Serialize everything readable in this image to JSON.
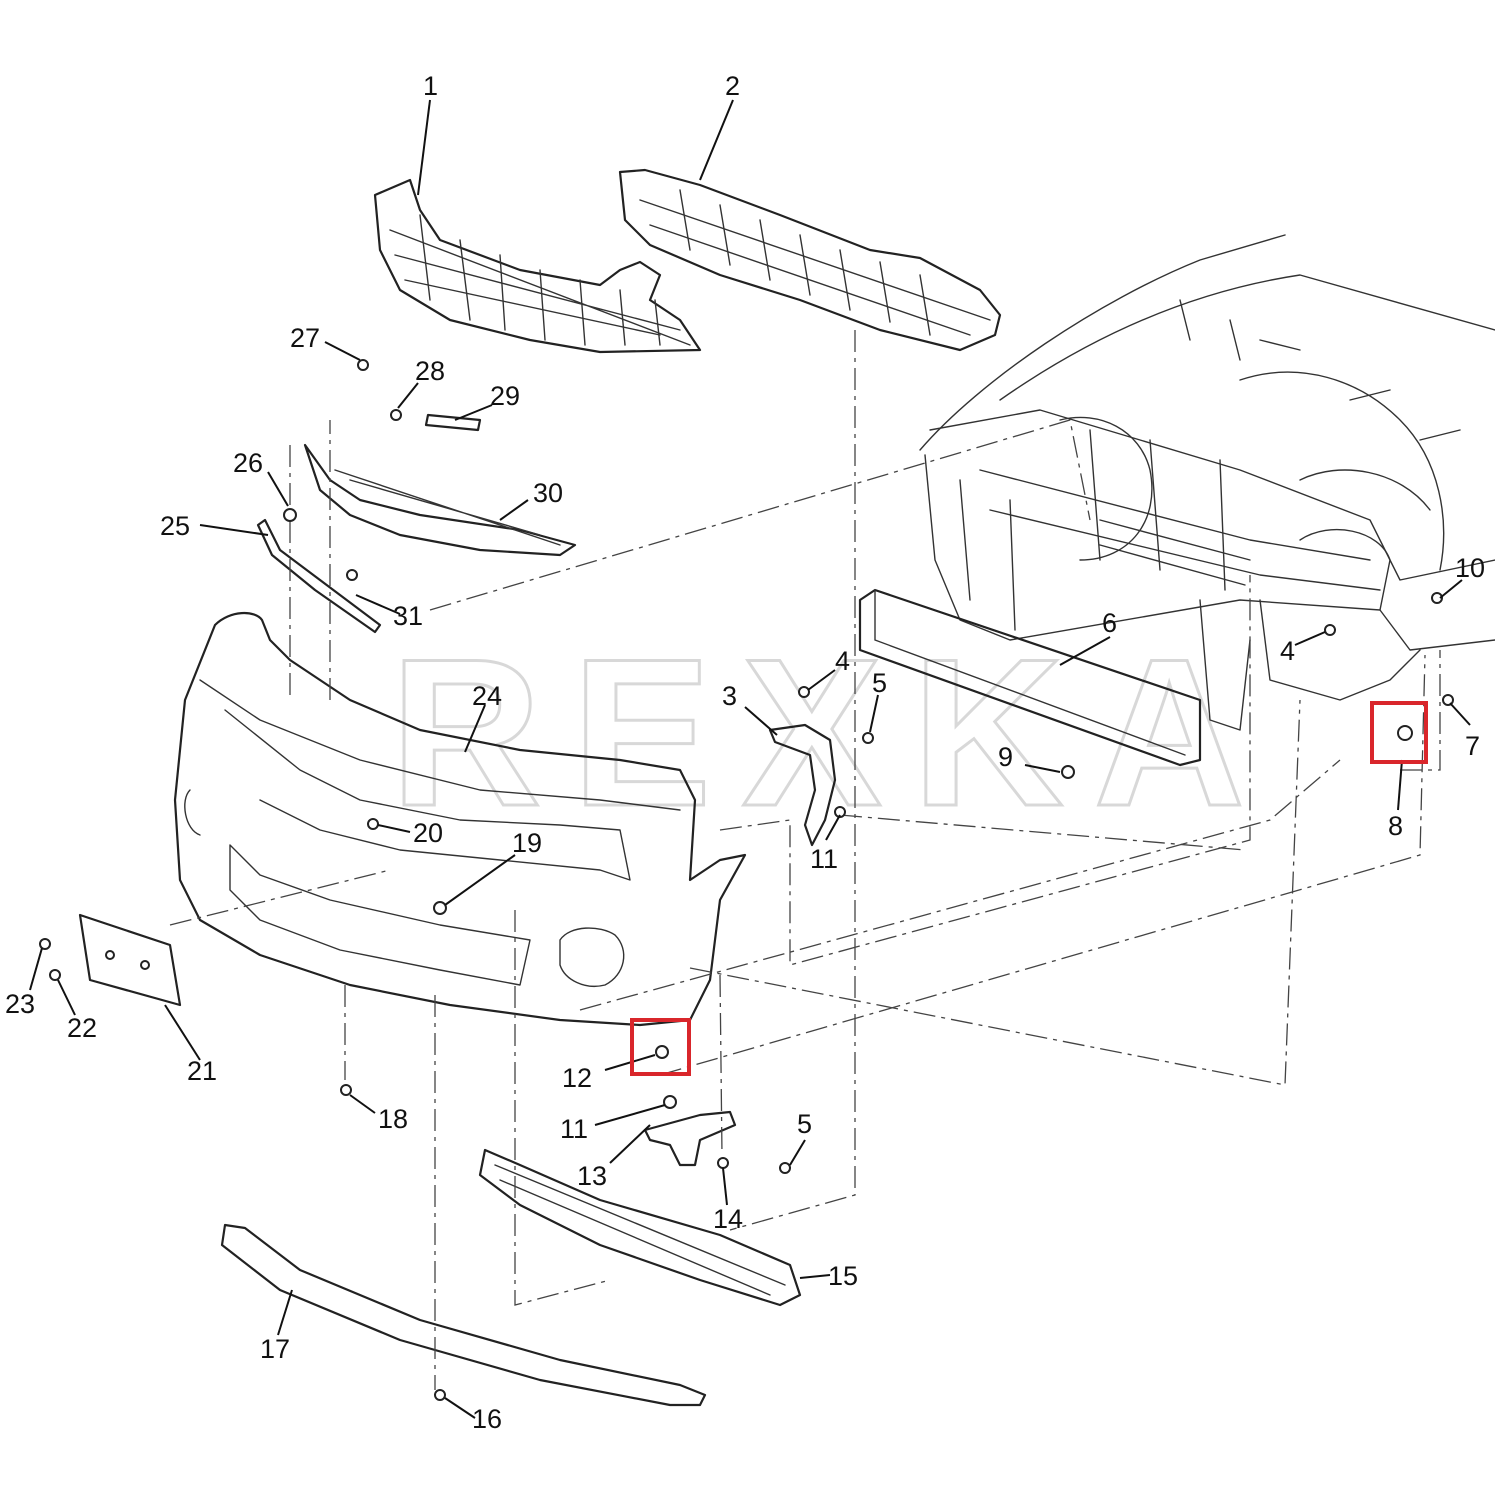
{
  "watermark": "REXKA",
  "callouts": {
    "c1": "1",
    "c2": "2",
    "c3": "3",
    "c4a": "4",
    "c4b": "4",
    "c5a": "5",
    "c5b": "5",
    "c6": "6",
    "c7": "7",
    "c8": "8",
    "c9": "9",
    "c10": "10",
    "c11a": "11",
    "c11b": "11",
    "c12": "12",
    "c13": "13",
    "c14": "14",
    "c15": "15",
    "c16": "16",
    "c17": "17",
    "c18": "18",
    "c19": "19",
    "c20": "20",
    "c21": "21",
    "c22": "22",
    "c23": "23",
    "c24": "24",
    "c25": "25",
    "c26": "26",
    "c27": "27",
    "c28": "28",
    "c29": "29",
    "c30": "30",
    "c31": "31"
  },
  "highlight_color": "#d9262b",
  "highlighted_parts": [
    "8",
    "12"
  ]
}
